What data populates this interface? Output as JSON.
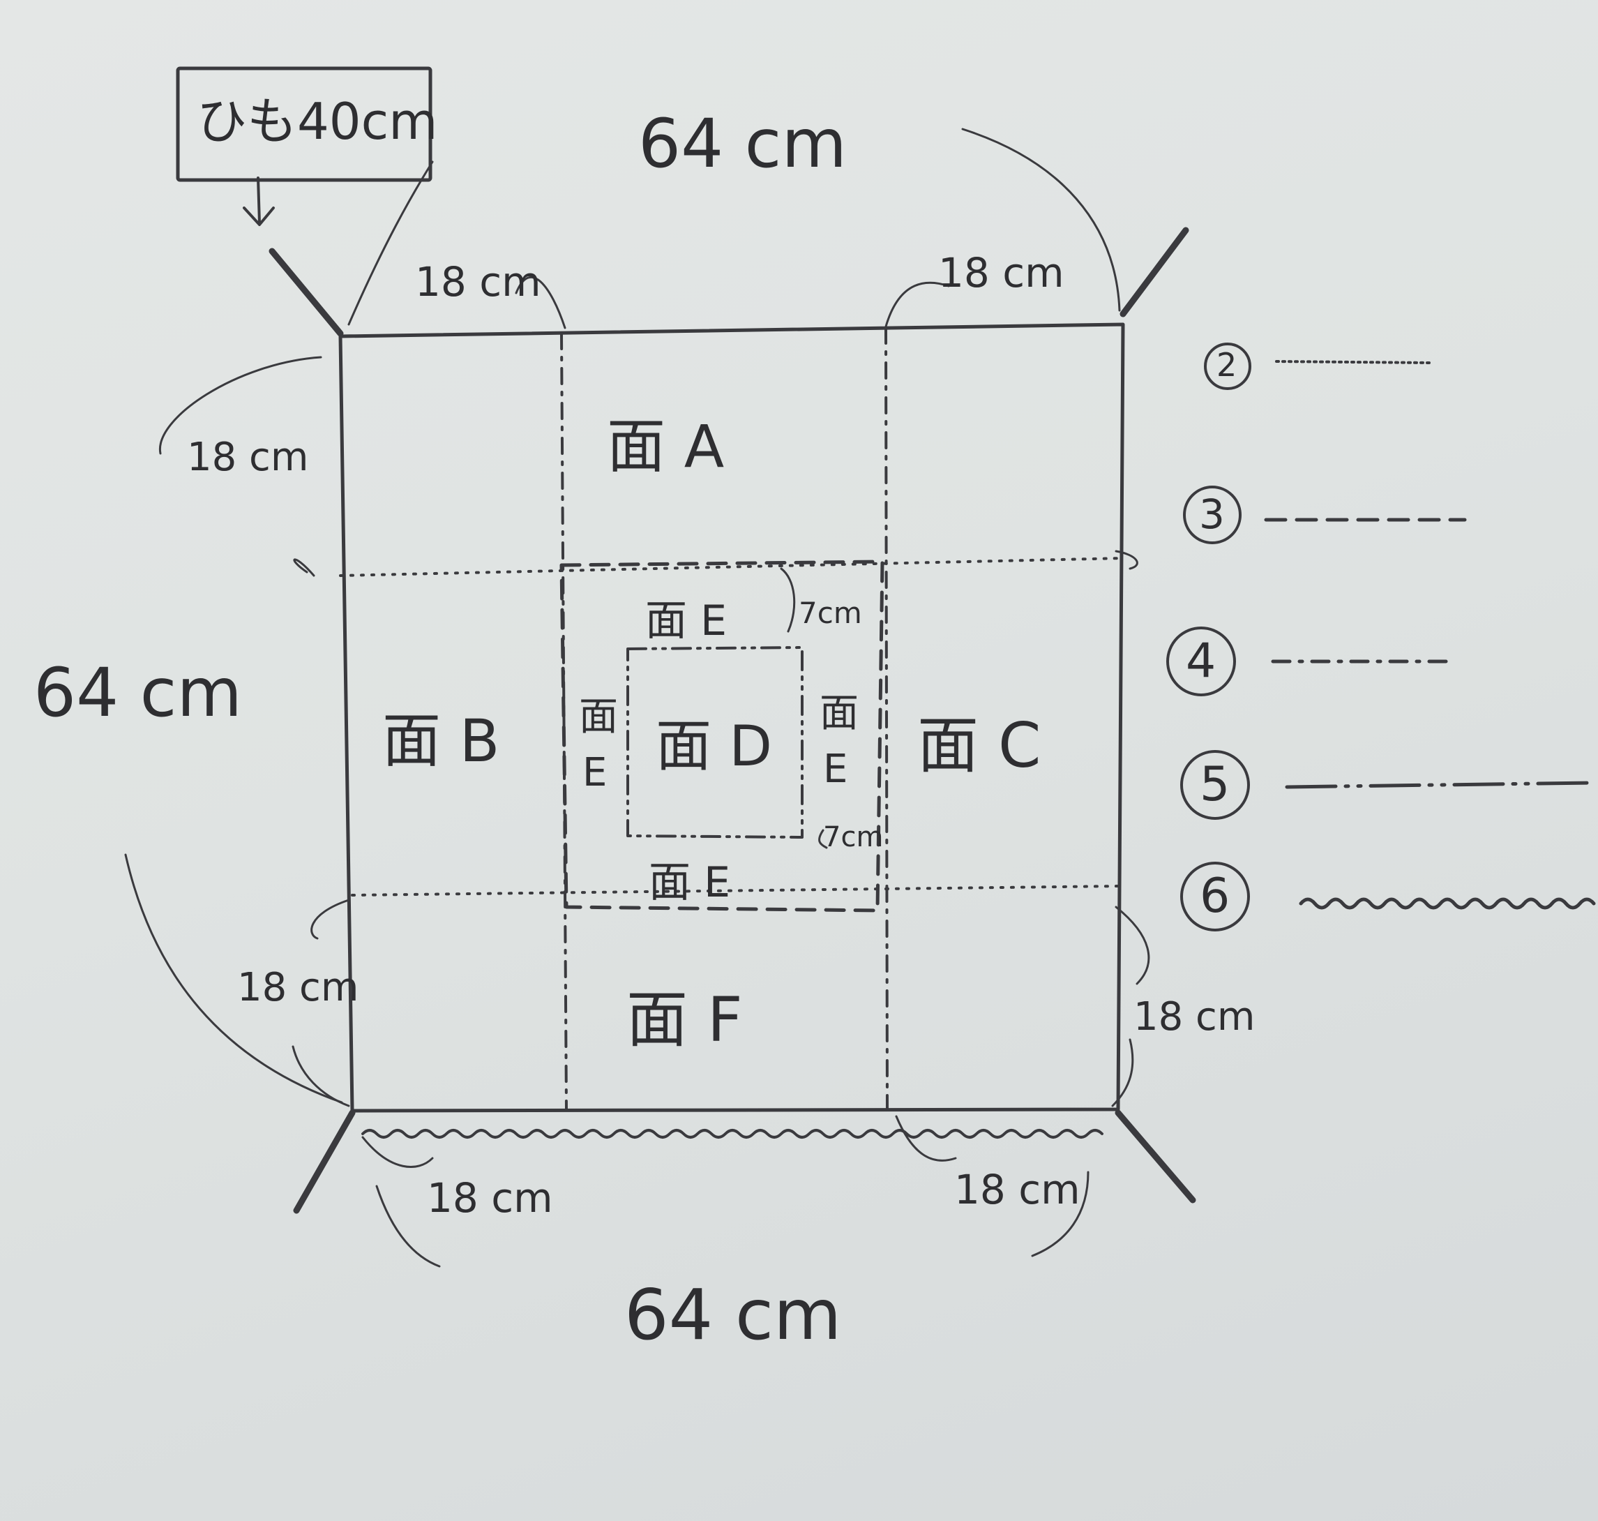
{
  "string_note": "ひも40cm",
  "dimensions": {
    "top": "64 cm",
    "left": "64 cm",
    "bottom": "64 cm",
    "seg_top_left": "18 cm",
    "seg_top_right": "18 cm",
    "seg_left_upper": "18 cm",
    "seg_left_lower": "18 cm",
    "seg_right_lower": "18 cm",
    "seg_bottom_left": "18 cm",
    "seg_bottom_right": "18 cm",
    "inner_top": "7cm",
    "inner_bottom": "7cm"
  },
  "faces": {
    "a": "面 A",
    "b": "面 B",
    "c": "面 C",
    "d": "面 D",
    "e_top": "面 E",
    "e_bottom": "面 E",
    "e_left_1": "面",
    "e_left_2": "E",
    "e_right_1": "面",
    "e_right_2": "E",
    "f": "面 F"
  },
  "legend": [
    {
      "number": "2",
      "line_style": "dotted"
    },
    {
      "number": "3",
      "line_style": "dashed"
    },
    {
      "number": "4",
      "line_style": "dash-dot"
    },
    {
      "number": "5",
      "line_style": "dash-dot-dot"
    },
    {
      "number": "6",
      "line_style": "wavy"
    }
  ]
}
